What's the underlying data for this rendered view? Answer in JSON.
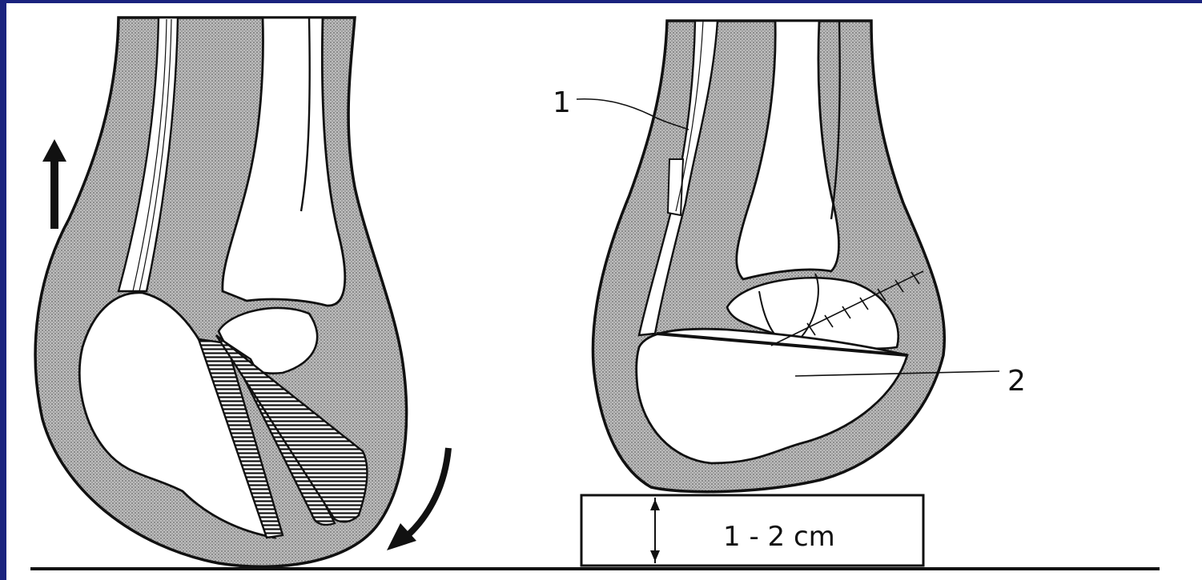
{
  "figure": {
    "background_color": "#1a237e",
    "panel_color": "#ffffff",
    "soft_tissue_fill": "stippled-gray",
    "ink_color": "#111111"
  },
  "labels": {
    "tendon_label": "1",
    "calcaneus_label": "2",
    "block_height": "1 - 2 cm"
  },
  "icons": {
    "up_arrow": "up-arrow-icon",
    "rotation_arrow": "curved-arrow-icon"
  }
}
